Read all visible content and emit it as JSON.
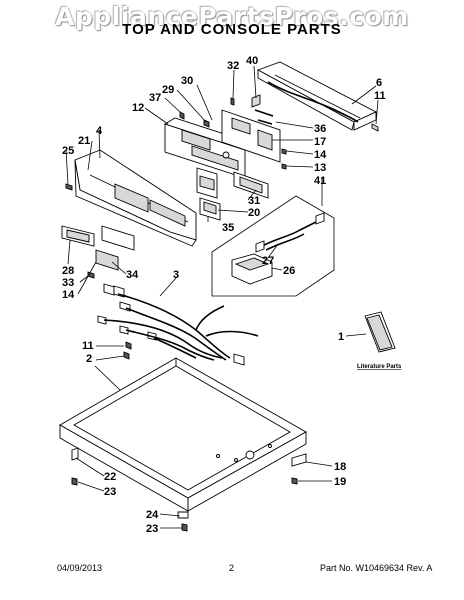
{
  "watermark": "AppliancePartsPros.com",
  "title": "TOP AND CONSOLE PARTS",
  "footer": {
    "date": "04/09/2013",
    "page": "2",
    "part_number": "Part No.  W10469634  Rev.  A"
  },
  "literature_label": "Literature Parts",
  "callouts": {
    "c32": "32",
    "c40": "40",
    "c6": "6",
    "c30": "30",
    "c29": "29",
    "c37": "37",
    "c12": "12",
    "c11a": "11",
    "c36": "36",
    "c17": "17",
    "c21": "21",
    "c4": "4",
    "c25": "25",
    "c14a": "14",
    "c13": "13",
    "c41": "41",
    "c31": "31",
    "c20": "20",
    "c35": "35",
    "c27": "27",
    "c26": "26",
    "c28": "28",
    "c34": "34",
    "c33": "33",
    "c14b": "14",
    "c3": "3",
    "c1": "1",
    "c11b": "11",
    "c2": "2",
    "c18": "18",
    "c19": "19",
    "c22": "22",
    "c23a": "23",
    "c24": "24",
    "c23b": "23"
  }
}
